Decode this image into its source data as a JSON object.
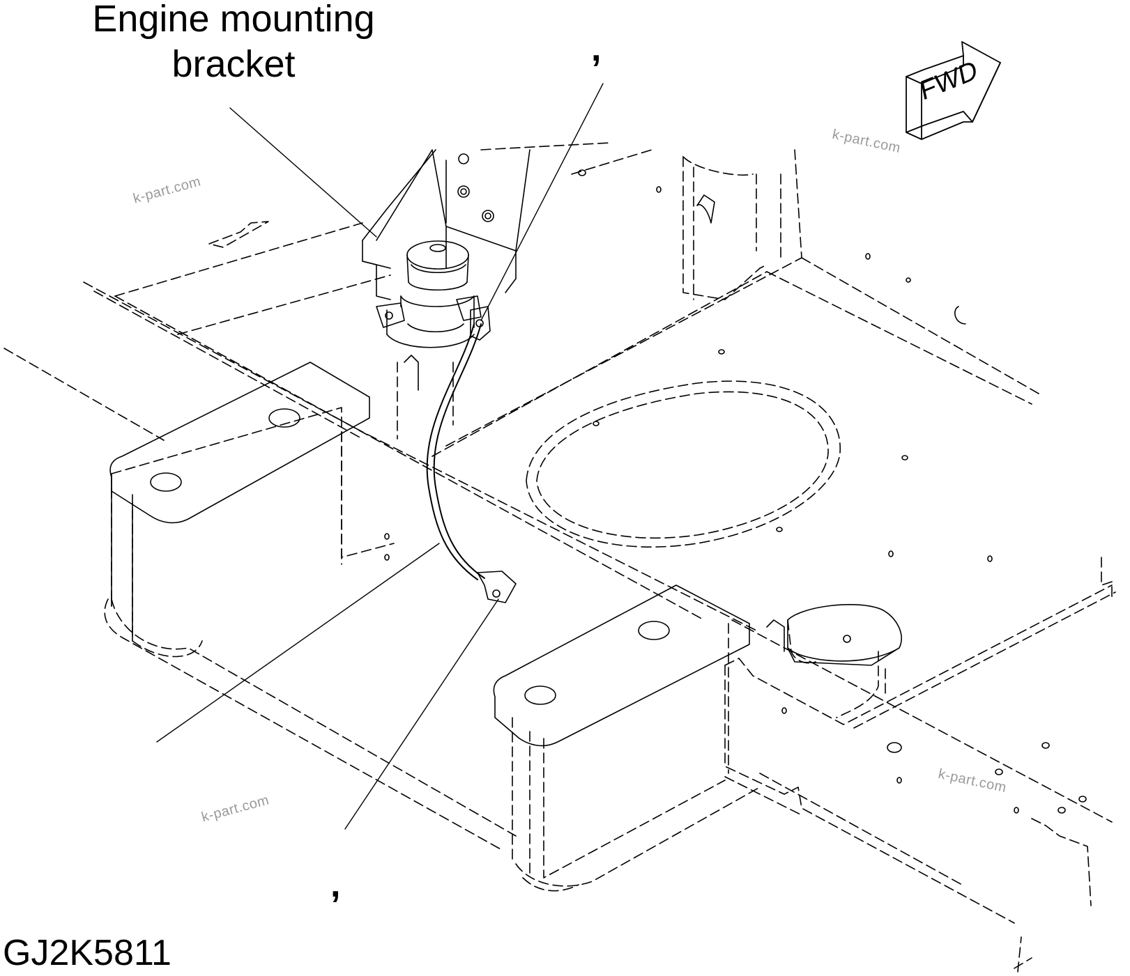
{
  "labels": {
    "engine_mount_line1": "Engine mounting",
    "engine_mount_line2": "bracket",
    "callout_top": ",",
    "callout_bottom": ",",
    "figure_code": "GJ2K5811",
    "fwd_arrow": "FWD"
  },
  "watermarks": [
    "k-part.com",
    "k-part.com",
    "k-part.com",
    "k-part.com"
  ],
  "colors": {
    "line": "#000000",
    "watermark": "#9a9a9a",
    "background": "#ffffff"
  }
}
